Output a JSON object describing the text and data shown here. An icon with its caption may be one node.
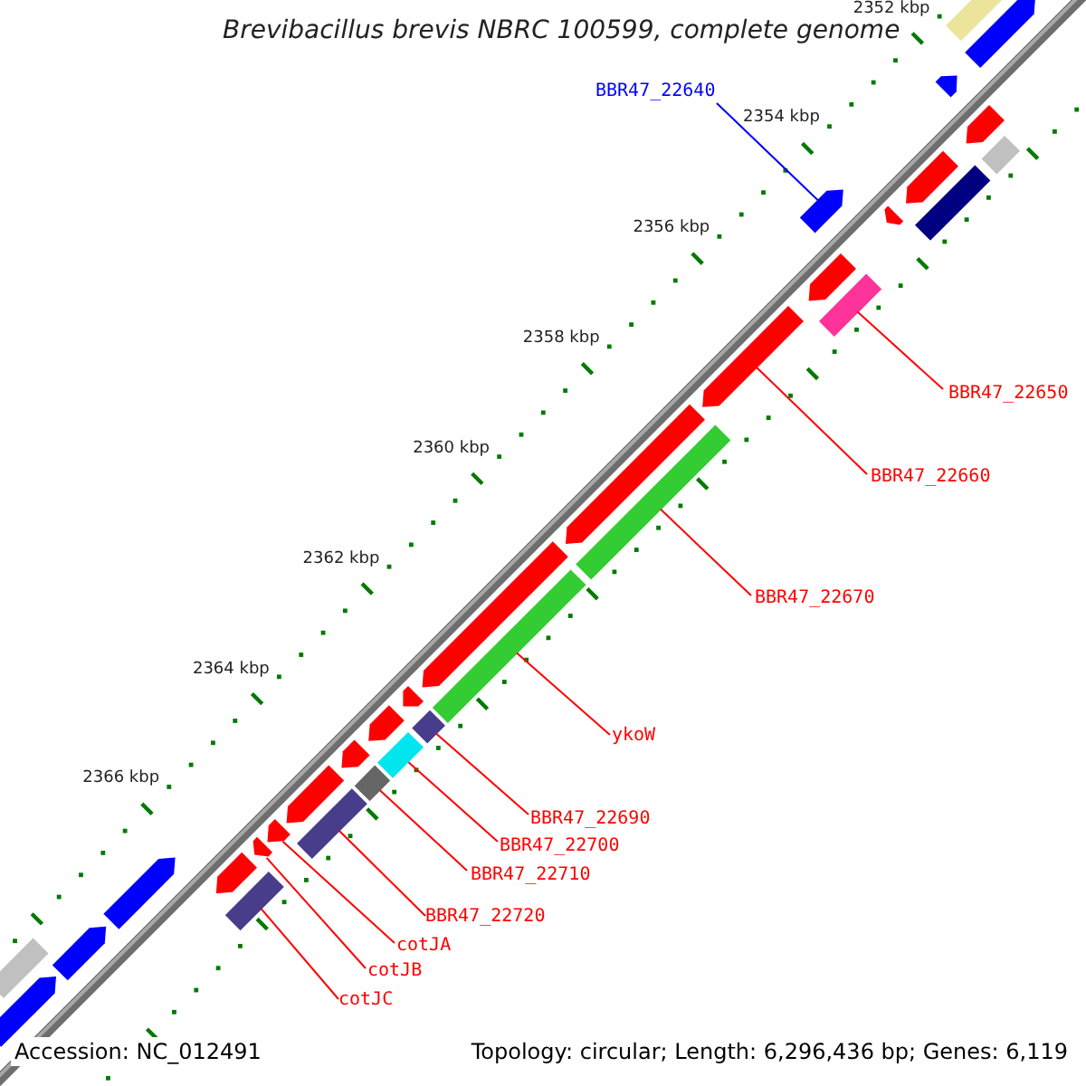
{
  "diagram": {
    "title": "Brevibacillus brevis NBRC 100599, complete genome",
    "nodes": [
      {
        "text": [
          "BBR47_22640"
        ]
      },
      {
        "text": [],
        "shape": "arrow"
      },
      {
        "text": [
          "BBR47_22650"
        ]
      },
      {
        "text": [],
        "shape": "bar"
      },
      {
        "text": [
          "BBR47_22660"
        ]
      },
      {
        "text": [],
        "shape": "arrow"
      },
      {
        "text": [
          "BBR47_22670"
        ]
      },
      {
        "text": [],
        "shape": "bar"
      },
      {
        "text": [
          "ykoW"
        ]
      },
      {
        "text": [],
        "shape": "bar"
      },
      {
        "text": [
          "BBR47_22690"
        ]
      },
      {
        "text": [],
        "shape": "bar"
      },
      {
        "text": [
          "BBR47_22700"
        ]
      },
      {
        "text": [],
        "shape": "bar"
      },
      {
        "text": [
          "BBR47_22710"
        ]
      },
      {
        "text": [],
        "shape": "bar"
      },
      {
        "text": [
          "BBR47_22720"
        ]
      },
      {
        "text": [],
        "shape": "bar"
      },
      {
        "text": [
          "cotJA"
        ]
      },
      {
        "text": [],
        "shape": "arrow"
      },
      {
        "text": [
          "cotJB"
        ]
      },
      {
        "text": [],
        "shape": "arrow"
      },
      {
        "text": [
          "cotJC"
        ]
      },
      {
        "text": [],
        "shape": "bar"
      },
      {
        "text": [],
        "shape": "bar"
      },
      {
        "text": [],
        "shape": "arrow"
      },
      {
        "text": [],
        "shape": "arrow"
      },
      {
        "text": [],
        "shape": "arrow"
      },
      {
        "text": [],
        "shape": "bar"
      },
      {
        "text": [],
        "shape": "arrow"
      },
      {
        "text": [],
        "shape": "bar"
      },
      {
        "text": [],
        "shape": "arrow"
      },
      {
        "text": [],
        "shape": "arrow"
      },
      {
        "text": [],
        "shape": "arrow"
      },
      {
        "text": [],
        "shape": "arrow"
      },
      {
        "text": [],
        "shape": "arrow"
      },
      {
        "text": [],
        "shape": "arrow"
      },
      {
        "text": [],
        "shape": "arrow"
      },
      {
        "text": [],
        "shape": "arrow"
      },
      {
        "text": [],
        "shape": "arrow"
      },
      {
        "text": [],
        "shape": "arrow"
      },
      {
        "text": [],
        "shape": "arrow"
      },
      {
        "text": [],
        "shape": "bar"
      },
      {
        "text": [],
        "shape": "arrow"
      }
    ],
    "edges": [
      {
        "from": 0,
        "to": 1,
        "arrow": "none",
        "color": "#0000ff"
      },
      {
        "from": 2,
        "to": 3,
        "arrow": "none"
      },
      {
        "from": 4,
        "to": 5,
        "arrow": "none"
      },
      {
        "from": 6,
        "to": 7,
        "arrow": "none"
      },
      {
        "from": 8,
        "to": 9,
        "arrow": "none"
      },
      {
        "from": 10,
        "to": 11,
        "arrow": "none"
      },
      {
        "from": 12,
        "to": 13,
        "arrow": "none"
      },
      {
        "from": 14,
        "to": 15,
        "arrow": "none"
      },
      {
        "from": 16,
        "to": 17,
        "arrow": "none"
      },
      {
        "from": 18,
        "to": 19,
        "arrow": "none"
      },
      {
        "from": 20,
        "to": 21,
        "arrow": "none"
      },
      {
        "from": 22,
        "to": 23,
        "arrow": "none"
      }
    ],
    "labels": [
      "2352 kbp",
      "2354 kbp",
      "2356 kbp",
      "2358 kbp",
      "2360 kbp",
      "2362 kbp",
      "2364 kbp",
      "2366 kbp",
      "Accession: NC_012491",
      "Topology: circular; Length: 6,296,436 bp; Genes: 6,119"
    ]
  }
}
